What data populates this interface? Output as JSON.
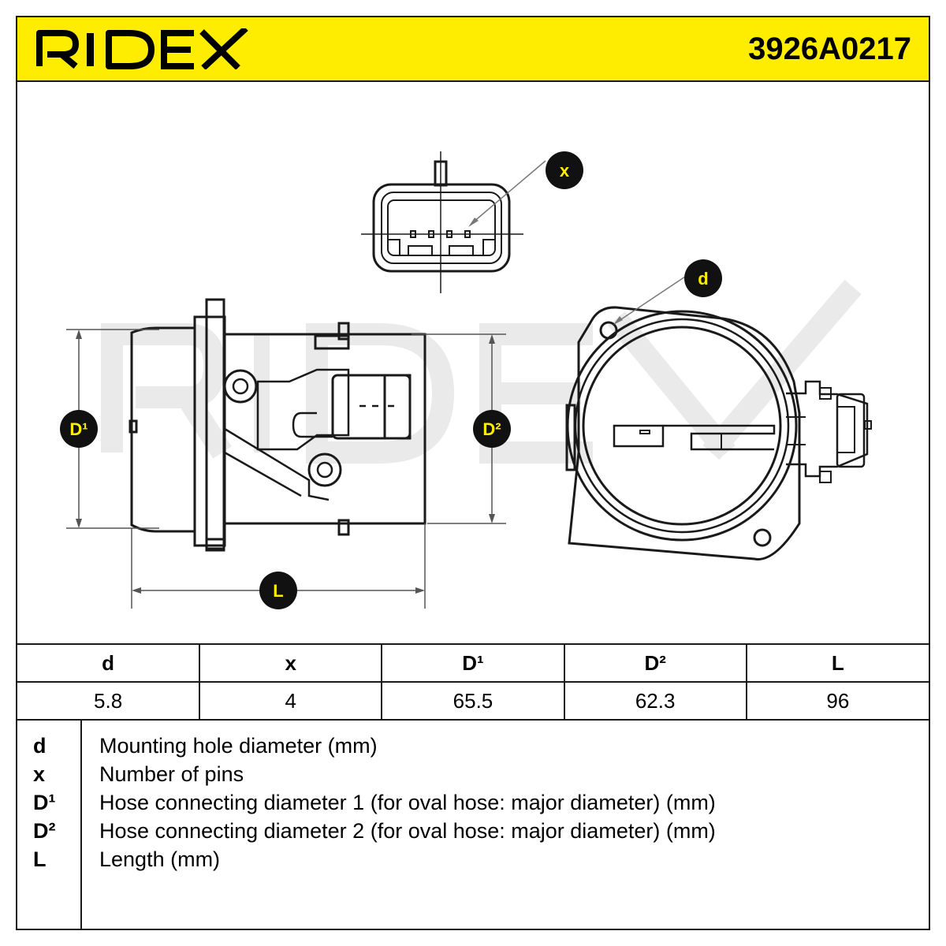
{
  "header": {
    "brand": "RIDEX",
    "part_number": "3926A0217",
    "brand_color": "#ffed00"
  },
  "drawing": {
    "labels": {
      "d": "d",
      "x": "x",
      "d1": "D¹",
      "d2": "D²",
      "l": "L"
    },
    "watermark": "RIDEX",
    "badge_color": "#111111",
    "badge_text_color": "#ffed00"
  },
  "spec_table": {
    "headers": [
      "d",
      "x",
      "D¹",
      "D²",
      "L"
    ],
    "values": [
      "5.8",
      "4",
      "65.5",
      "62.3",
      "96"
    ]
  },
  "legend": [
    {
      "key": "d",
      "text": "Mounting hole diameter (mm)"
    },
    {
      "key": "x",
      "text": "Number of pins"
    },
    {
      "key": "D¹",
      "text": "Hose connecting diameter 1 (for oval hose: major diameter) (mm)"
    },
    {
      "key": "D²",
      "text": "Hose connecting diameter 2 (for oval hose: major diameter) (mm)"
    },
    {
      "key": "L",
      "text": "Length (mm)"
    }
  ]
}
